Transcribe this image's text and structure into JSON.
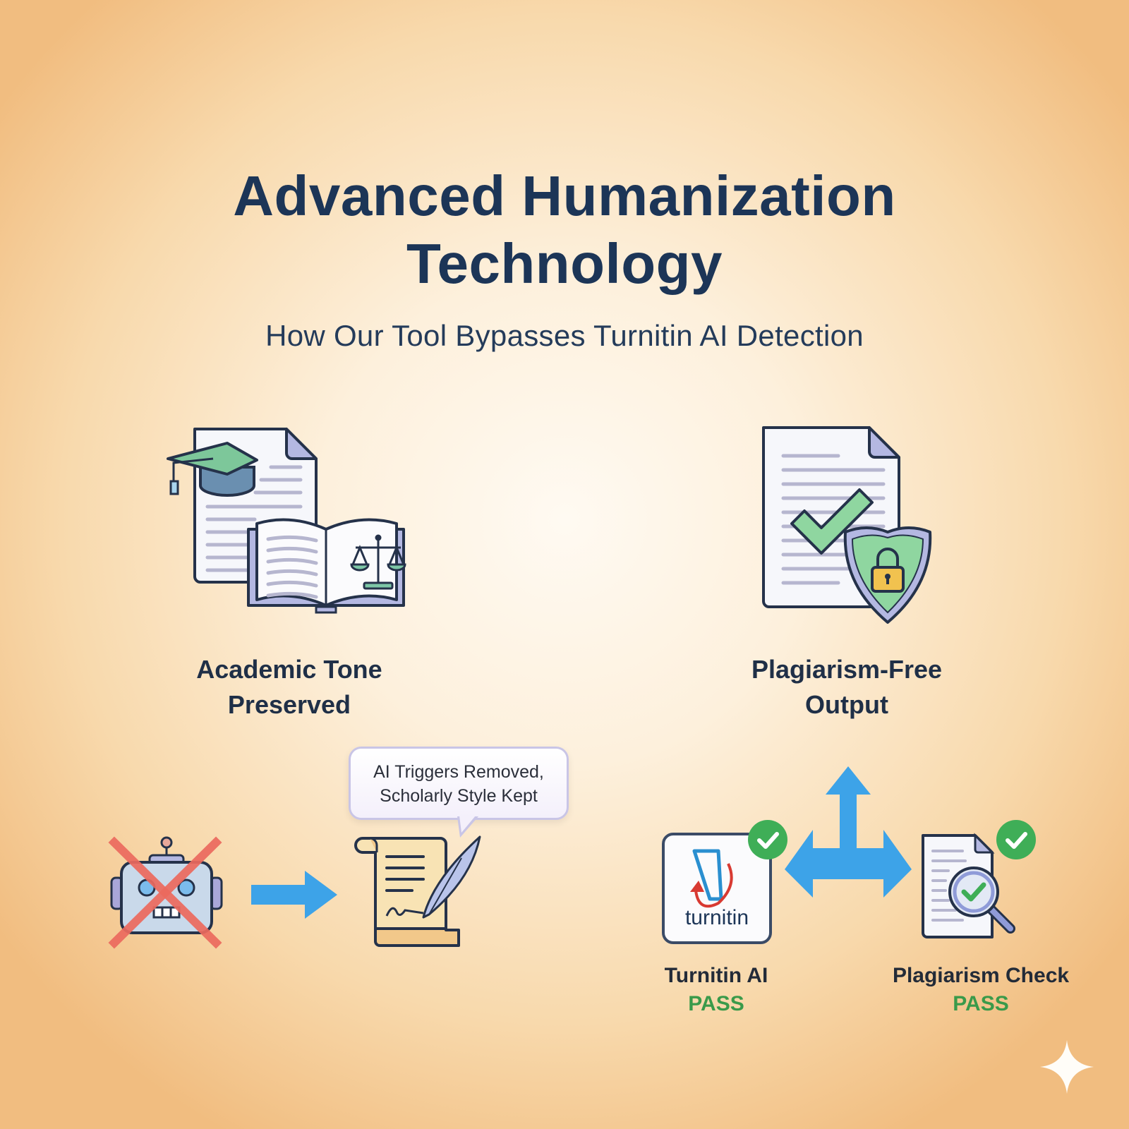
{
  "header": {
    "title_line1": "Advanced Humanization",
    "title_line2": "Technology",
    "subtitle": "How Our Tool Bypasses Turnitin AI Detection"
  },
  "features": [
    {
      "label_line1": "Academic Tone",
      "label_line2": "Preserved",
      "icon": "document-graduation-book-scales-icon"
    },
    {
      "label_line1": "Plagiarism-Free",
      "label_line2": "Output",
      "icon": "document-check-shield-lock-icon"
    }
  ],
  "process": {
    "from_icon": "robot-crossed-out-icon",
    "arrow_icon": "arrow-right-icon",
    "to_icon": "scroll-quill-icon",
    "callout_line1": "AI Triggers Removed,",
    "callout_line2": "Scholarly Style Kept"
  },
  "checks": [
    {
      "name": "Turnitin AI",
      "status": "PASS",
      "logo_text": "turnitin",
      "icon": "turnitin-logo-icon"
    },
    {
      "name": "Plagiarism Check",
      "status": "PASS",
      "icon": "document-magnifier-check-icon"
    }
  ],
  "colors": {
    "title": "#1c3557",
    "pass_green": "#3a9a4a",
    "arrow_blue": "#3da3e8",
    "cross_red": "#ec6a5e",
    "background_edge": "#f1bd80",
    "background_center": "#fffaf2"
  },
  "watermark": {
    "icon": "sparkle-icon"
  }
}
